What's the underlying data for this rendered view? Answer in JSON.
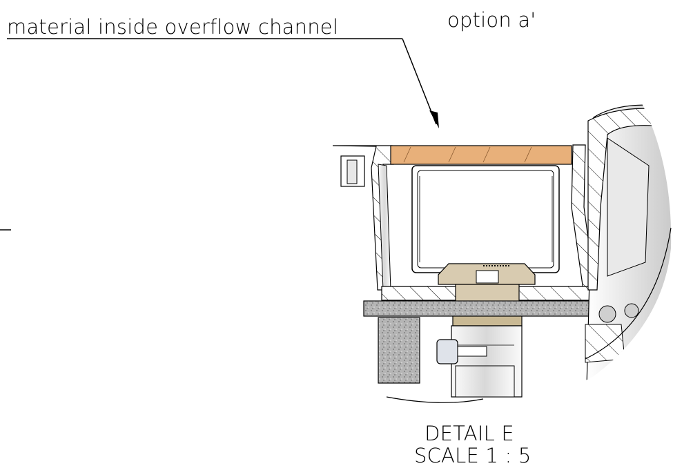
{
  "callout": {
    "text": "material inside overflow channel"
  },
  "option": {
    "text": "option a'"
  },
  "detail": {
    "title": "DETAIL E",
    "scale": "SCALE 1 : 5"
  },
  "colors": {
    "line": "#000000",
    "orange_material": "#e8b07a",
    "hatch_fill": "#ffffff",
    "brass": "#d8cbb0",
    "speckle": "#a8a8a8",
    "gray_shade": "#d0d0d0"
  }
}
